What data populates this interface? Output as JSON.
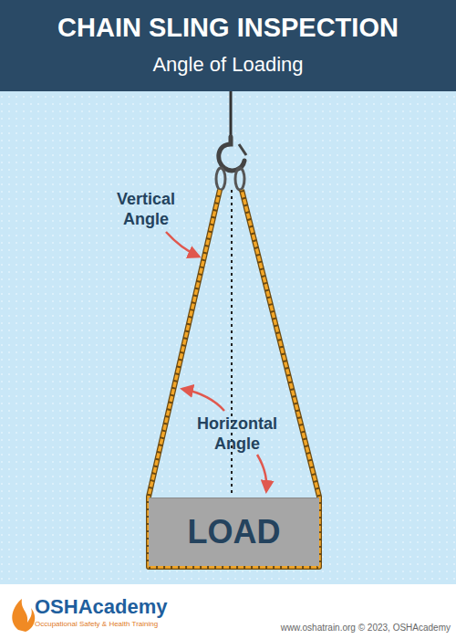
{
  "diagram": {
    "title": "CHAIN SLING INSPECTION",
    "nodes": [
      {
        "text": [
          "LOAD"
        ]
      }
    ],
    "labels": [
      "Angle of Loading",
      "Vertical Angle",
      "Horizontal Angle",
      "OSHAcademy",
      "Occupational Safety & Health Training",
      "www.oshatrain.org © 2023, OSHAcademy"
    ]
  }
}
